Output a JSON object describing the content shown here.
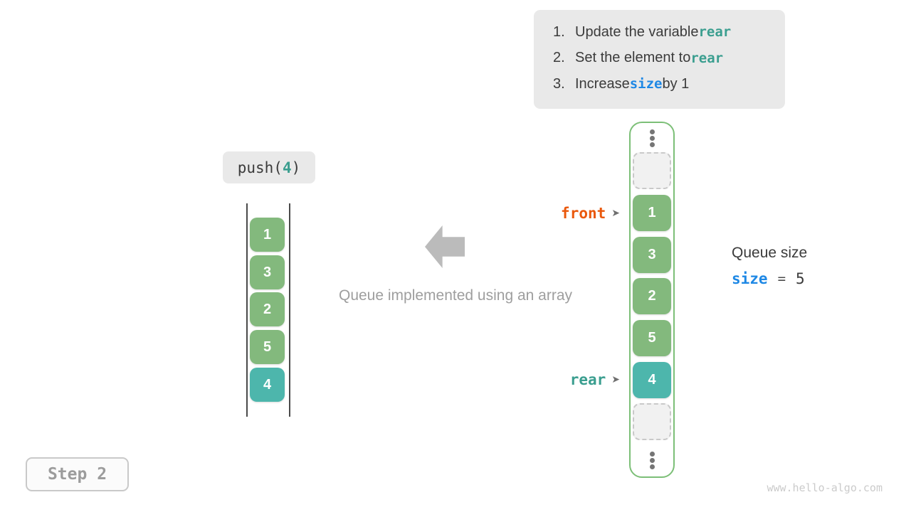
{
  "instructions": {
    "items": [
      {
        "number": "1.",
        "parts": [
          {
            "text": "Update the variable ",
            "style": "plain"
          },
          {
            "text": "rear",
            "style": "teal"
          }
        ]
      },
      {
        "number": "2.",
        "parts": [
          {
            "text": "Set the element to ",
            "style": "plain"
          },
          {
            "text": "rear",
            "style": "teal"
          }
        ]
      },
      {
        "number": "3.",
        "parts": [
          {
            "text": "Increase ",
            "style": "plain"
          },
          {
            "text": "size",
            "style": "blue"
          },
          {
            "text": " by 1",
            "style": "plain"
          }
        ]
      }
    ]
  },
  "push_call": {
    "parts": [
      {
        "text": "push(",
        "style": "plain"
      },
      {
        "text": "4",
        "style": "teal"
      },
      {
        "text": ")",
        "style": "plain"
      }
    ]
  },
  "left_array": {
    "cells": [
      {
        "value": "1"
      },
      {
        "value": "3"
      },
      {
        "value": "2"
      },
      {
        "value": "5"
      },
      {
        "value": "4",
        "highlight": true
      }
    ]
  },
  "caption": "Queue implemented using an array",
  "right_array": {
    "cells": [
      {
        "type": "dots"
      },
      {
        "type": "empty"
      },
      {
        "type": "value",
        "value": "1"
      },
      {
        "type": "value",
        "value": "3"
      },
      {
        "type": "value",
        "value": "2"
      },
      {
        "type": "value",
        "value": "5"
      },
      {
        "type": "value",
        "value": "4",
        "highlight": true
      },
      {
        "type": "empty"
      },
      {
        "type": "dots"
      }
    ]
  },
  "pointers": {
    "front": {
      "label": "front",
      "arrow": "➤"
    },
    "rear": {
      "label": "rear",
      "arrow": "➤"
    }
  },
  "queue_size": {
    "title": "Queue size",
    "variable": "size",
    "equals": "=",
    "value": "5"
  },
  "step_badge": "Step 2",
  "watermark": "www.hello-algo.com",
  "colors": {
    "cell_green": "#83b97d",
    "cell_teal": "#4db6ac",
    "code_teal": "#3a9e8f",
    "code_blue": "#1e88e5",
    "front_orange": "#ea580c",
    "container_border": "#7cbf77",
    "box_gray": "#e9e9e9"
  }
}
